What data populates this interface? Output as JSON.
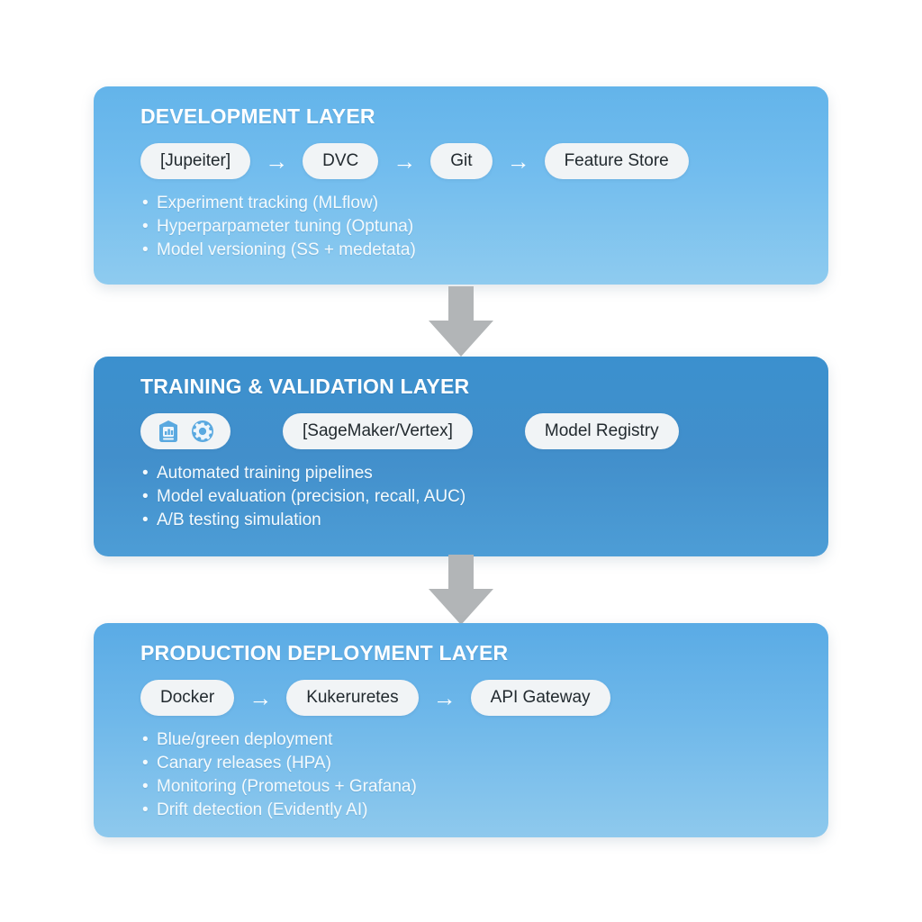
{
  "diagram": {
    "background_color": "#ffffff",
    "connector_color": "#b2b5b7",
    "pill_bg_color": "#f1f4f6",
    "pill_text_color": "#222a2f"
  },
  "layers": [
    {
      "id": "development",
      "title": "DEVELOPMENT LAYER",
      "accent_color": "#63b4ea",
      "nodes": [
        {
          "label": "[Jupeiter]",
          "type": "pill"
        },
        {
          "label": "DVC",
          "type": "pill"
        },
        {
          "label": "Git",
          "type": "pill"
        },
        {
          "label": "Feature Store",
          "type": "pill"
        }
      ],
      "connector": "→",
      "bullets": [
        "Experiment tracking (MLflow)",
        "Hyperparpameter tuning (Optuna)",
        "Model versioning (SS + medetata)"
      ]
    },
    {
      "id": "training",
      "title": "TRAINING & VALIDATION LAYER",
      "accent_color": "#3b90ce",
      "icons": [
        {
          "name": "chart-document-icon"
        },
        {
          "name": "gear-circle-icon"
        }
      ],
      "nodes": [
        {
          "label": "[SageMaker/Vertex]",
          "type": "pill"
        },
        {
          "label": "Model Registry",
          "type": "pill"
        }
      ],
      "bullets": [
        "Automated training pipelines",
        "Model evaluation (precision, recall, AUC)",
        "A/B testing simulation"
      ]
    },
    {
      "id": "production",
      "title": "PRODUCTION DEPLOYMENT LAYER",
      "accent_color": "#5aabe5",
      "nodes": [
        {
          "label": "Docker",
          "type": "pill"
        },
        {
          "label": "Kukeruretes",
          "type": "pill"
        },
        {
          "label": "API Gateway",
          "type": "pill"
        }
      ],
      "connector": "→",
      "bullets": [
        "Blue/green deployment",
        "Canary releases (HPA)",
        "Monitoring (Prometous + Grafana)",
        "Drift detection (Evidently AI)"
      ]
    }
  ],
  "flow_arrows": [
    {
      "name": "arrow-dev-to-training",
      "direction": "down"
    },
    {
      "name": "arrow-training-to-production",
      "direction": "down"
    }
  ]
}
